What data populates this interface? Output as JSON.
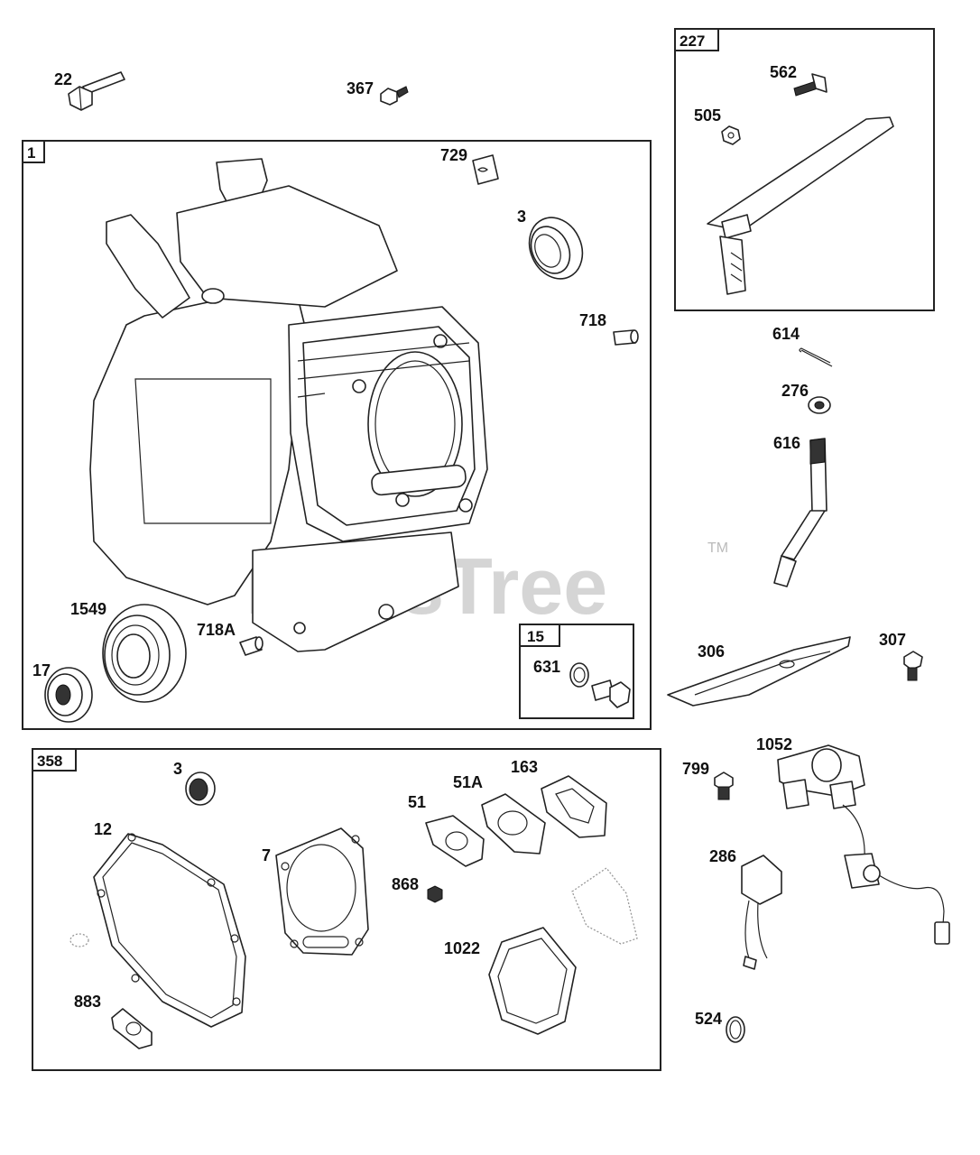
{
  "watermark": {
    "text": "PartsTree",
    "trademark": "TM"
  },
  "groups": [
    {
      "tag": "1"
    },
    {
      "tag": "227"
    },
    {
      "tag": "15"
    },
    {
      "tag": "358"
    }
  ],
  "labels": {
    "p22": "22",
    "p367": "367",
    "p729": "729",
    "p3a": "3",
    "p718": "718",
    "p1549": "1549",
    "p718A": "718A",
    "p17": "17",
    "p631": "631",
    "p562": "562",
    "p505": "505",
    "p614": "614",
    "p276": "276",
    "p616": "616",
    "p306": "306",
    "p307": "307",
    "p799": "799",
    "p1052": "1052",
    "p286": "286",
    "p524": "524",
    "p3b": "3",
    "p51": "51",
    "p51A": "51A",
    "p163": "163",
    "p12": "12",
    "p7": "7",
    "p868": "868",
    "p1022": "1022",
    "p883": "883"
  }
}
